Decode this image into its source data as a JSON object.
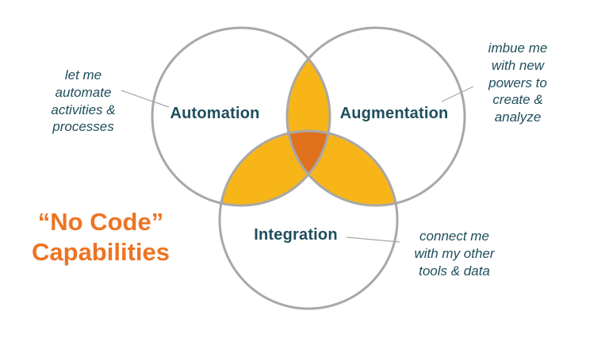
{
  "slide": {
    "title": {
      "line1": "“No Code”",
      "line2": "Capabilities"
    }
  },
  "venn": {
    "circles": [
      {
        "id": "automation",
        "label": "Automation"
      },
      {
        "id": "augmentation",
        "label": "Augmentation"
      },
      {
        "id": "integration",
        "label": "Integration"
      }
    ],
    "annotations": {
      "automation": "let me\nautomate\nactivities &\nprocesses",
      "augmentation": "imbue me\nwith new\npowers to\ncreate &\nanalyze",
      "integration": "connect me\nwith my other\ntools & data"
    }
  },
  "colors": {
    "overlap_fill": "#F7B518",
    "center_fill": "#E0711C",
    "circle_stroke": "#A8A8A8",
    "label_text": "#1F4E5C",
    "annotation_text": "#1F4E5C",
    "title_text": "#ED7423",
    "connector": "#A8A8A8"
  }
}
